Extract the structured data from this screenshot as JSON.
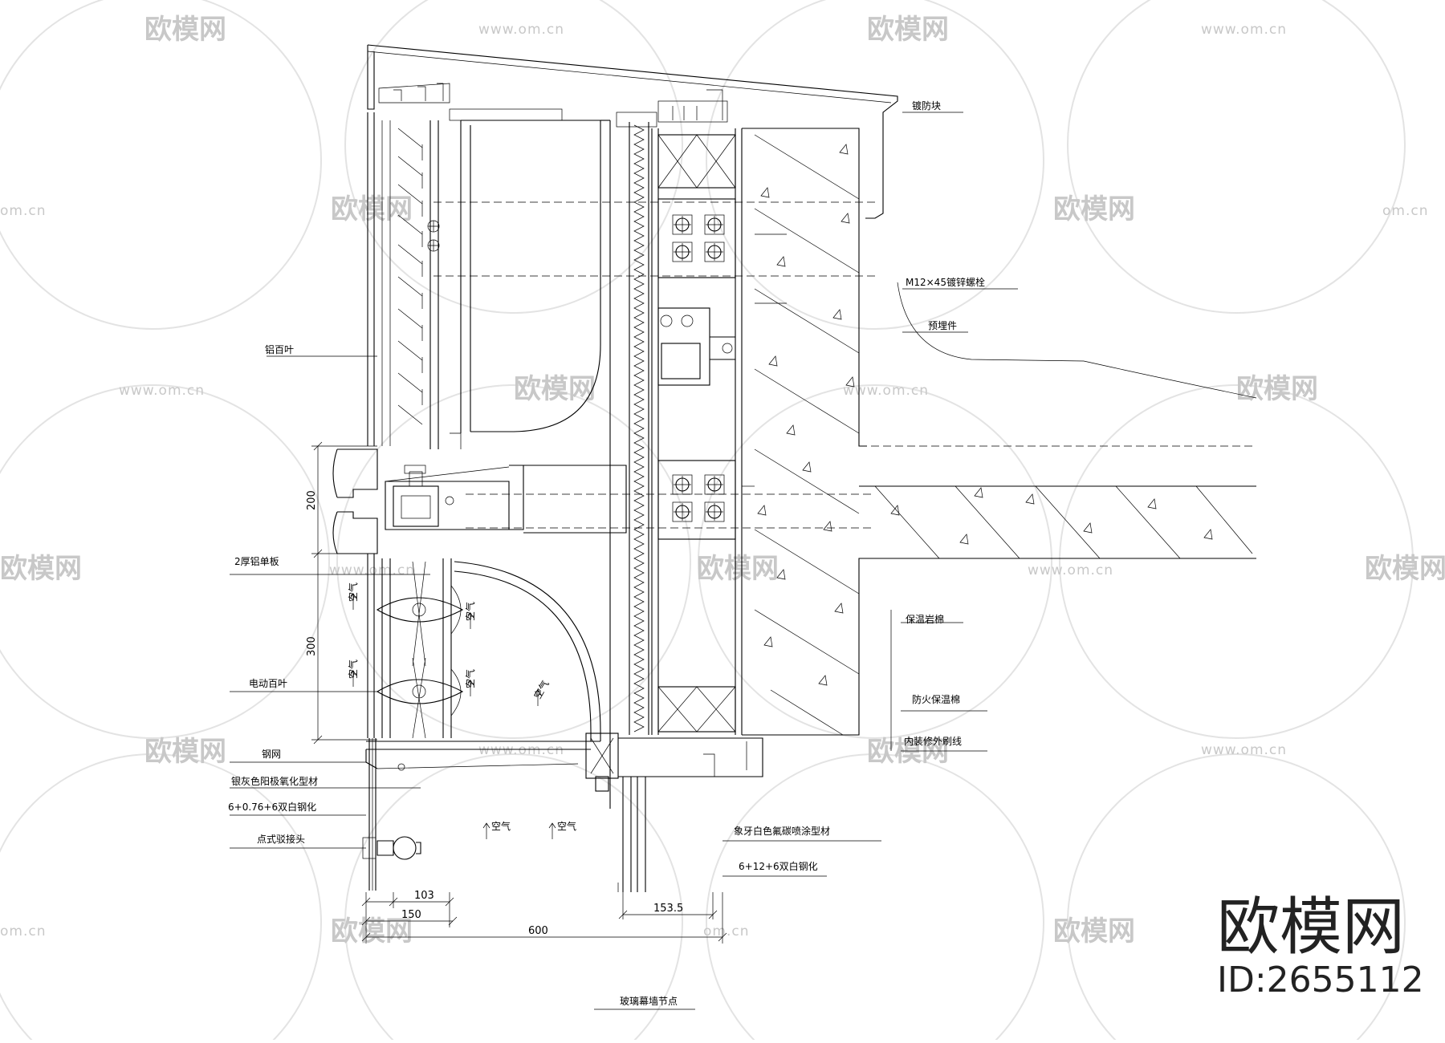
{
  "labels": {
    "trench_block": "镀防块",
    "bolt": "M12×45镀锌螺栓",
    "embed": "预埋件",
    "louver_al": "铝百叶",
    "al_panel": "2厚铝单板",
    "electric_louver": "电动百叶",
    "mesh": "钢网",
    "profile_left": "银灰色阳极氧化型材",
    "glass_left": "6+0.76+6双白钢化",
    "point_fixing": "点式驳接头",
    "rock_wool": "保温岩棉",
    "fire_wool": "防火保温棉",
    "interior_line": "内装修外刷线",
    "profile_right": "象牙白色氟碳喷涂型材",
    "glass_right": "6+12+6双白钢化",
    "title": "玻璃幕墙节点"
  },
  "air": [
    "空气",
    "空气",
    "空气",
    "空气",
    "空气",
    "空气",
    "空气"
  ],
  "dims": {
    "d200": "200",
    "d300": "300",
    "d103": "103",
    "d150": "150",
    "d600": "600",
    "d1535": "153.5"
  },
  "watermark": {
    "brand": "欧模网",
    "url": "www.om.cn",
    "url_short": "om.cn",
    "id": "ID:2655112"
  }
}
